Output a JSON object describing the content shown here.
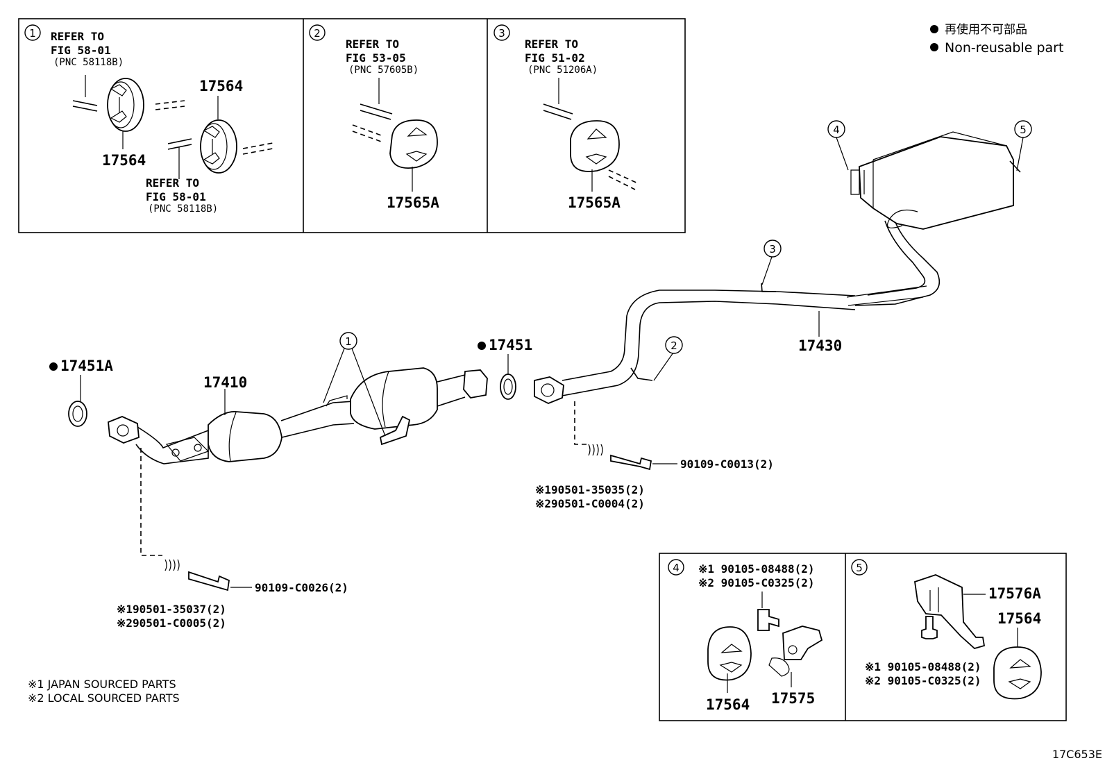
{
  "legend": {
    "items": [
      {
        "bullet": "●",
        "text": "再使用不可部品"
      },
      {
        "bullet": "●",
        "text": "Non-reusable part"
      }
    ]
  },
  "detail_boxes": [
    {
      "index": "1",
      "refer": "REFER TO",
      "fig": "FIG 58-01",
      "pnc": "(PNC 58118B)",
      "refer2": "REFER TO",
      "fig2": "FIG 58-01",
      "pnc2": "(PNC 58118B)",
      "parts": [
        "17564",
        "17564"
      ]
    },
    {
      "index": "2",
      "refer": "REFER TO",
      "fig": "FIG 53-05",
      "pnc": "(PNC 57605B)",
      "parts": [
        "17565A"
      ]
    },
    {
      "index": "3",
      "refer": "REFER TO",
      "fig": "FIG 51-02",
      "pnc": "(PNC 51206A)",
      "parts": [
        "17565A"
      ]
    }
  ],
  "main_parts": {
    "gasket_front": "17451A",
    "front_pipe": "17410",
    "gasket_center": "17451",
    "tail_pipe": "17430",
    "callouts": [
      "1",
      "2",
      "3",
      "4",
      "5"
    ],
    "bolt_front": "90109-C0026(2)",
    "spring_front_1": "※190501-35037(2)",
    "spring_front_2": "※290501-C0005(2)",
    "bolt_center": "90109-C0013(2)",
    "spring_center_1": "※190501-35035(2)",
    "spring_center_2": "※290501-C0004(2)"
  },
  "bottom_boxes": [
    {
      "index": "4",
      "line1": "※1 90105-08488(2)",
      "line2": "※2 90105-C0325(2)",
      "parts": [
        "17564",
        "17575"
      ]
    },
    {
      "index": "5",
      "line1": "※1 90105-08488(2)",
      "line2": "※2 90105-C0325(2)",
      "parts": [
        "17576A",
        "17564"
      ]
    }
  ],
  "notes": [
    "※1  JAPAN SOURCED PARTS",
    "※2  LOCAL SOURCED PARTS"
  ],
  "figure_code": "17C653E"
}
